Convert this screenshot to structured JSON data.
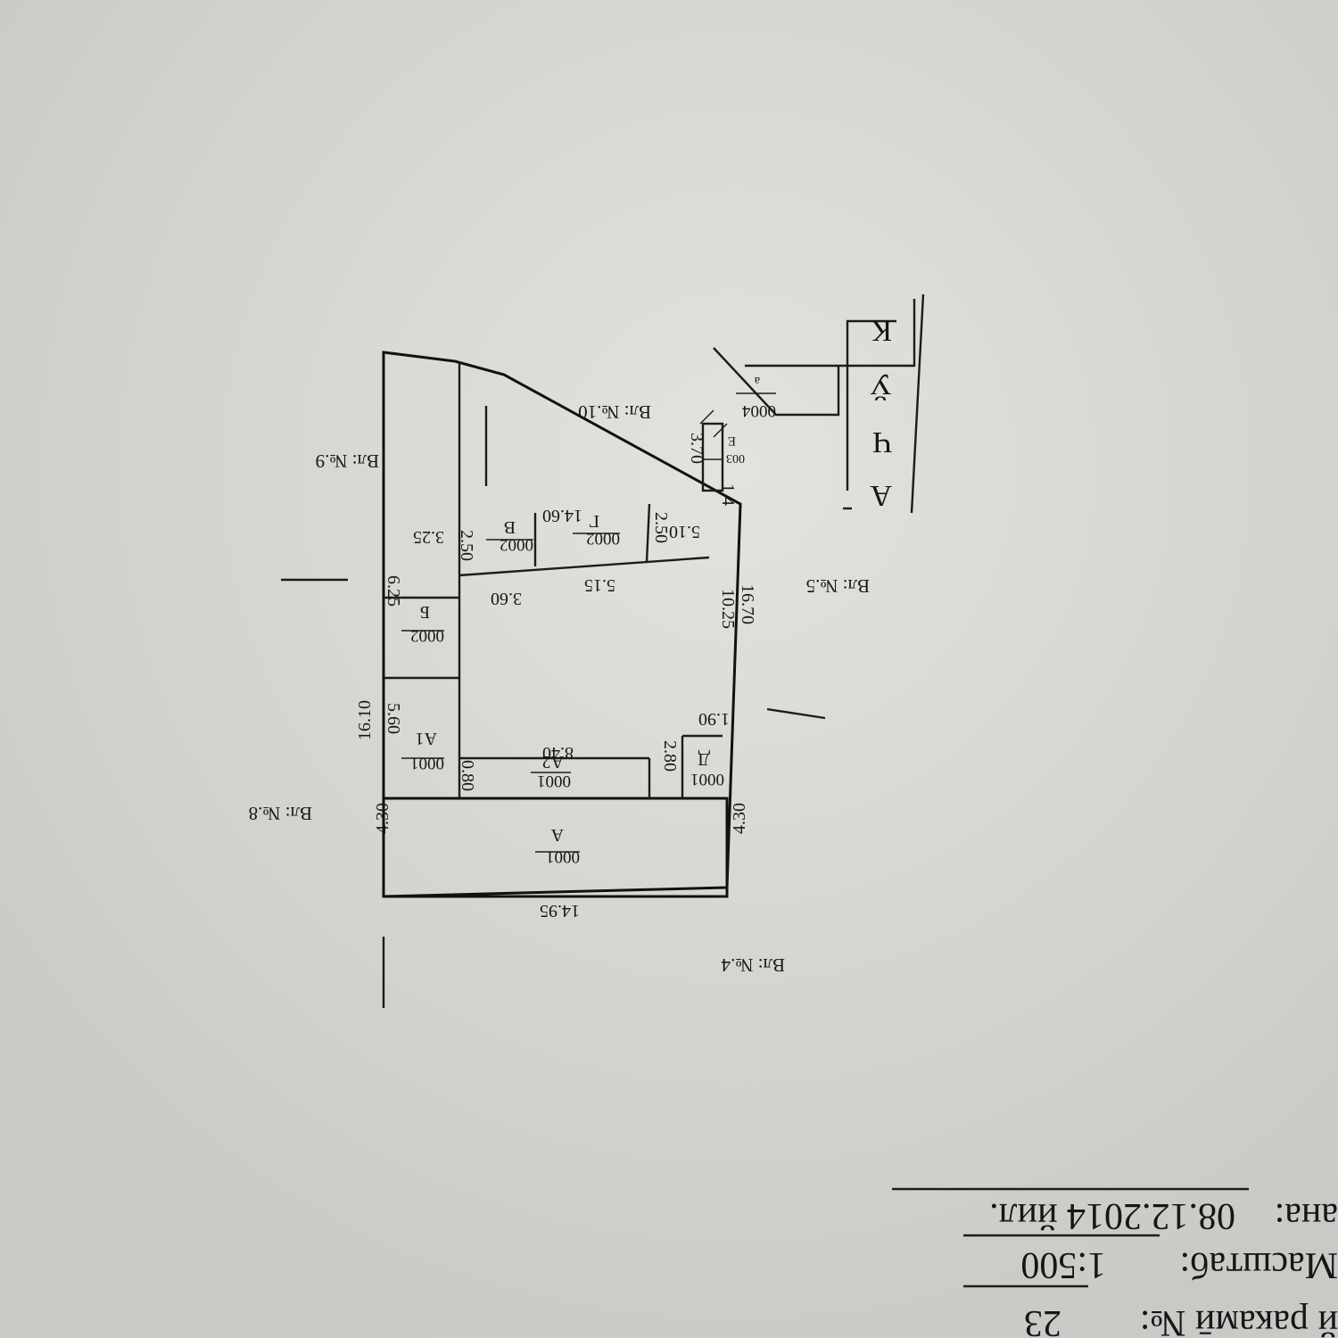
{
  "street": {
    "name": "КЎЧА",
    "letters": [
      "К",
      "Ў",
      "Ч",
      "А"
    ]
  },
  "neighbors": [
    {
      "id": "n10",
      "label": "Вл: №.10"
    },
    {
      "id": "n9",
      "label": "Вл: №.9"
    },
    {
      "id": "n5",
      "label": "Вл: №.5"
    },
    {
      "id": "n8",
      "label": "Вл: №.8"
    },
    {
      "id": "n4",
      "label": "Вл: №.4"
    }
  ],
  "buildings": [
    {
      "id": "A",
      "code": "0001",
      "letter": "А"
    },
    {
      "id": "A1",
      "code": "0001",
      "letter": "А1"
    },
    {
      "id": "A2",
      "code": "0001",
      "letter": "А2"
    },
    {
      "id": "D",
      "code": "0001",
      "letter": "Д"
    },
    {
      "id": "B",
      "code": "0002",
      "letter": "Б"
    },
    {
      "id": "V",
      "code": "0002",
      "letter": "В"
    },
    {
      "id": "G",
      "code": "0002",
      "letter": "Г"
    },
    {
      "id": "E",
      "code": "003",
      "letter": "Е"
    },
    {
      "id": "gate",
      "code": "0004",
      "letter": "а"
    }
  ],
  "dimensions": {
    "bottom": "14.95",
    "right_a": "4.30",
    "left_a": "4.30",
    "left_total": "16.10",
    "left_a1": "5.60",
    "left_b": "6.25",
    "left_top": "3.25",
    "top_total": "14.60",
    "top_v": "2.50",
    "top_g": "2.50",
    "top_part": "5.10",
    "right_total": "16.70",
    "right_inner": "10.25",
    "court_top": "3.60",
    "court_top2": "5.15",
    "court_bottom": "8.40",
    "a2_side": "0.80",
    "d_side": "2.80",
    "d_width": "1.90",
    "e_side": "1.4",
    "e_len": "3.70"
  },
  "footer": {
    "line1_label": "й ракамӣ №:",
    "line1_value": "23",
    "line2_label": "Масштаб:",
    "line2_value": "1:500",
    "line3_label": "ана:",
    "line3_value": "08.12.2014 йил."
  }
}
